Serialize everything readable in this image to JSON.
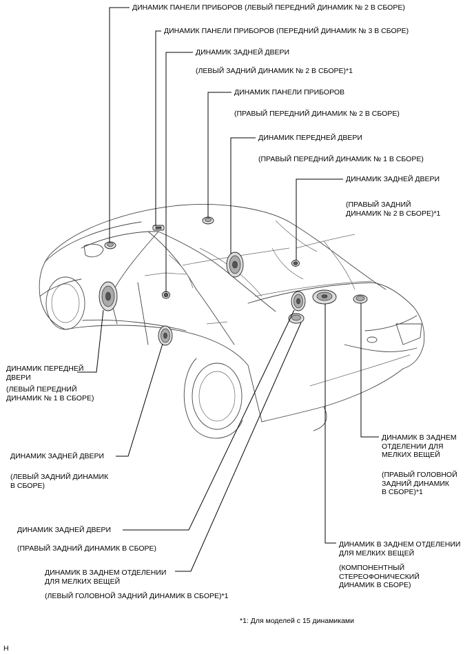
{
  "labels": {
    "ip_left_front_2": "ДИНАМИК ПАНЕЛИ ПРИБОРОВ (ЛЕВЫЙ ПЕРЕДНИЙ ДИНАМИК № 2 В СБОРЕ)",
    "ip_front_3": "ДИНАМИК ПАНЕЛИ ПРИБОРОВ (ПЕРЕДНИЙ ДИНАМИК № 3 В СБОРЕ)",
    "rear_door_left_2_title": "ДИНАМИК ЗАДНЕЙ ДВЕРИ",
    "rear_door_left_2_sub": "(ЛЕВЫЙ ЗАДНИЙ ДИНАМИК № 2 В СБОРЕ)*1",
    "ip_right_2_title": "ДИНАМИК ПАНЕЛИ ПРИБОРОВ",
    "ip_right_2_sub": "(ПРАВЫЙ ПЕРЕДНИЙ ДИНАМИК № 2 В СБОРЕ)",
    "front_door_right_title": "ДИНАМИК ПЕРЕДНЕЙ ДВЕРИ",
    "front_door_right_sub": "(ПРАВЫЙ ПЕРЕДНИЙ ДИНАМИК № 1 В СБОРЕ)",
    "rear_door_right_2_title": "ДИНАМИК ЗАДНЕЙ ДВЕРИ",
    "rear_door_right_2_sub": "(ПРАВЫЙ ЗАДНИЙ\nДИНАМИК № 2 В СБОРЕ)*1",
    "front_door_left_title": "ДИНАМИК ПЕРЕДНЕЙ\nДВЕРИ",
    "front_door_left_sub": "(ЛЕВЫЙ ПЕРЕДНИЙ\nДИНАМИК № 1 В СБОРЕ)",
    "rear_shelf_right_title": "ДИНАМИК В ЗАДНЕМ\nОТДЕЛЕНИИ ДЛЯ\nМЕЛКИХ ВЕЩЕЙ",
    "rear_shelf_right_sub": "(ПРАВЫЙ ГОЛОВНОЙ\nЗАДНИЙ ДИНАМИК\nВ СБОРЕ)*1",
    "rear_door_left_title": "ДИНАМИК ЗАДНЕЙ ДВЕРИ",
    "rear_door_left_sub": "(ЛЕВЫЙ ЗАДНИЙ ДИНАМИК\nВ СБОРЕ)",
    "rear_door_right_title": "ДИНАМИК ЗАДНЕЙ ДВЕРИ",
    "rear_door_right_sub": "(ПРАВЫЙ ЗАДНИЙ ДИНАМИК В СБОРЕ)",
    "rear_shelf_stereo_title": "ДИНАМИК В ЗАДНЕМ ОТДЕЛЕНИИ\nДЛЯ МЕЛКИХ ВЕЩЕЙ",
    "rear_shelf_stereo_sub": "(КОМПОНЕНТНЫЙ\nСТЕРЕОФОНИЧЕСКИЙ\nДИНАМИК В СБОРЕ)",
    "rear_shelf_left_title": "ДИНАМИК В ЗАДНЕМ ОТДЕЛЕНИИ\nДЛЯ МЕЛКИХ ВЕЩЕЙ",
    "rear_shelf_left_sub": "(ЛЕВЫЙ ГОЛОВНОЙ ЗАДНИЙ ДИНАМИК В СБОРЕ)*1",
    "footnote": "*1: Для моделей с 15 динамиками",
    "corner_mark": "H"
  }
}
